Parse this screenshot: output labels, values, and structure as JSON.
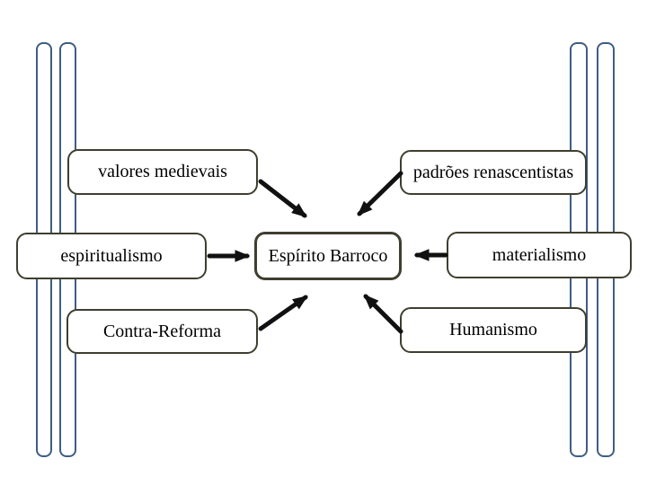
{
  "diagram": {
    "title": "Espírito Barroco concept map",
    "center": {
      "label": "Espírito Barroco"
    },
    "nodes": [
      {
        "id": "top-left",
        "label": "valores medievais"
      },
      {
        "id": "top-right",
        "label": "padrões renascentistas"
      },
      {
        "id": "mid-left",
        "label": "espiritualismo"
      },
      {
        "id": "mid-right",
        "label": "materialismo"
      },
      {
        "id": "bottom-left",
        "label": "Contra-Reforma"
      },
      {
        "id": "bottom-right",
        "label": "Humanismo"
      }
    ],
    "arrows": [
      {
        "from": "valores medievais",
        "to": "Espírito Barroco"
      },
      {
        "from": "padrões renascentistas",
        "to": "Espírito Barroco"
      },
      {
        "from": "espiritualismo",
        "to": "Espírito Barroco"
      },
      {
        "from": "materialismo",
        "to": "Espírito Barroco"
      },
      {
        "from": "Contra-Reforma",
        "to": "Espírito Barroco"
      },
      {
        "from": "Humanismo",
        "to": "Espírito Barroco"
      }
    ]
  },
  "colors": {
    "box_border": "#3f3e2f",
    "column_stroke": "#3f5d82",
    "arrow": "#111111",
    "background": "#ffffff",
    "text": "#000000"
  }
}
